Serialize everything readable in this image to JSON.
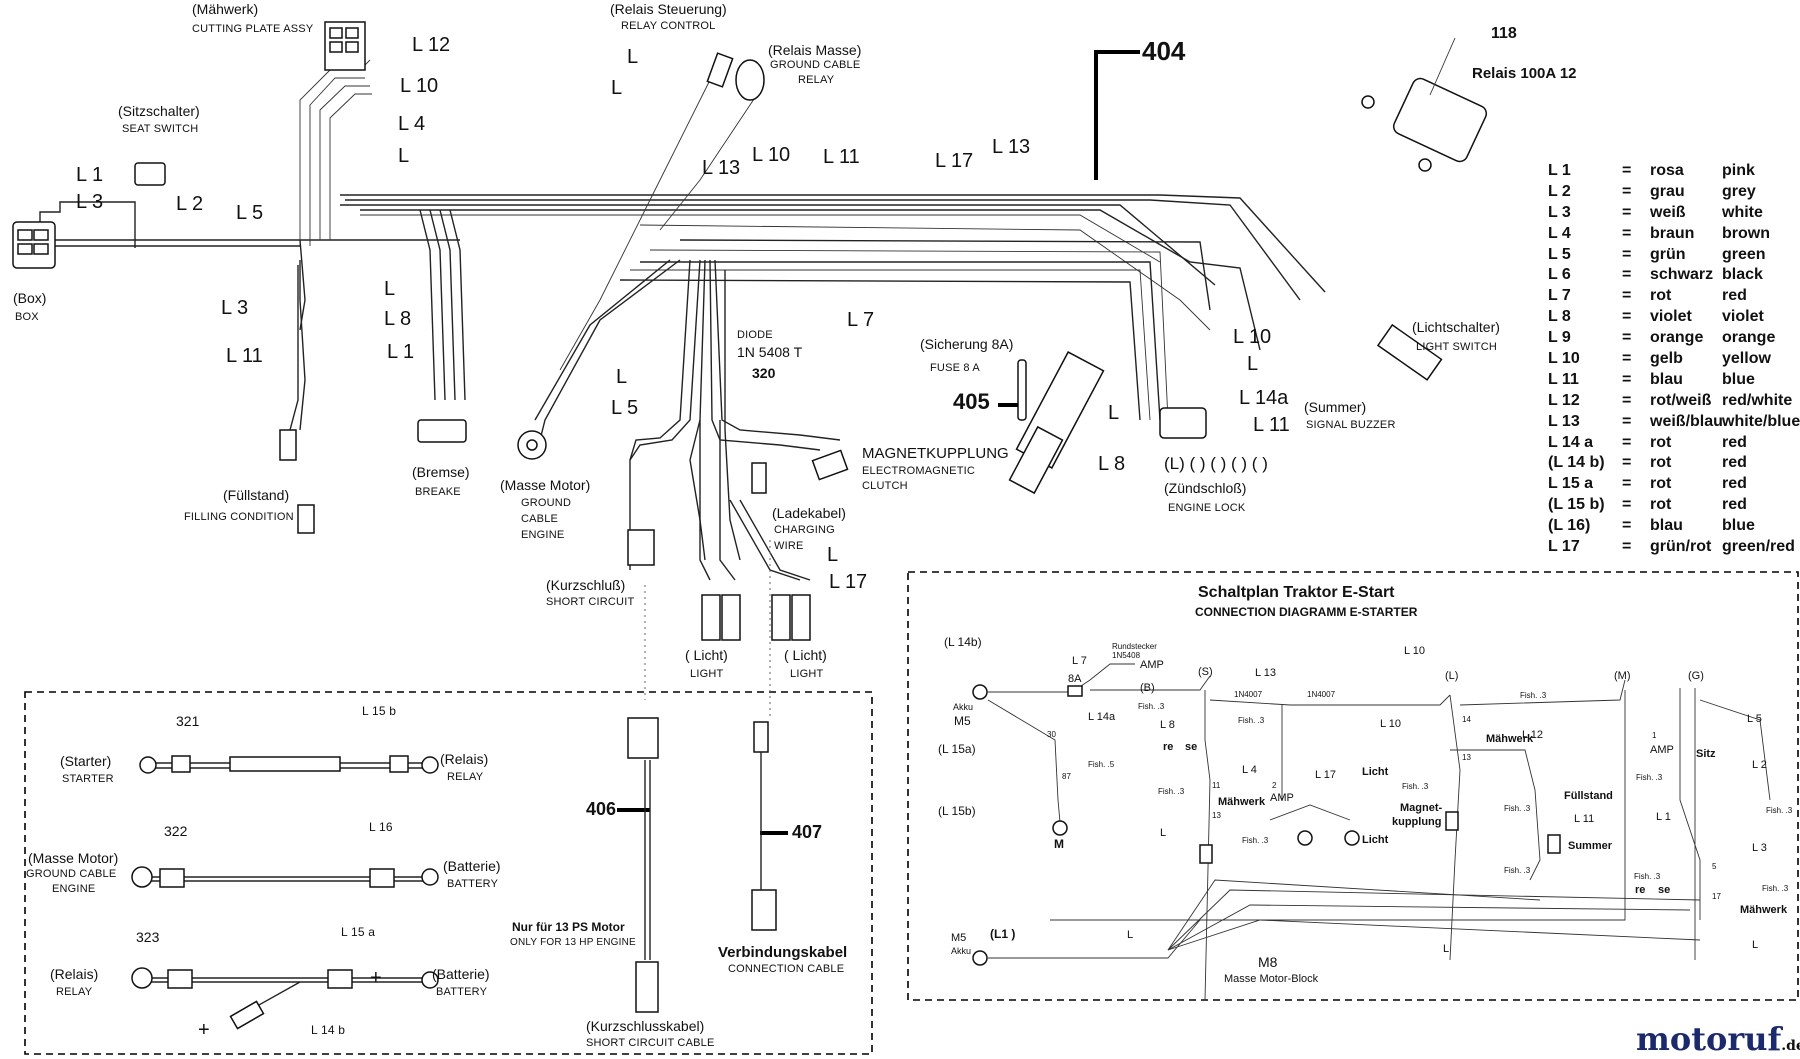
{
  "diagram": {
    "callouts": {
      "n404": "404",
      "n118": "118",
      "n118_text": "Relais 100A 12",
      "n405": "405",
      "n406": "406",
      "n407": "407",
      "n320": "320",
      "n321": "321",
      "n322": "322",
      "n323": "323"
    },
    "components": {
      "cutting_plate_de": "(Mähwerk)",
      "cutting_plate_en": "CUTTING PLATE ASSY",
      "relay_control_de": "(Relais Steuerung)",
      "relay_control_en": "RELAY CONTROL",
      "relay_ground_de": "(Relais Masse)",
      "relay_ground_en1": "GROUND CABLE",
      "relay_ground_en2": "RELAY",
      "seat_switch_de": "(Sitzschalter)",
      "seat_switch_en": "SEAT SWITCH",
      "box_de": "(Box)",
      "box_en": "BOX",
      "filling_de": "(Füllstand)",
      "filling_en": "FILLING CONDITION",
      "brake_de": "(Bremse)",
      "brake_en": "BREAKE",
      "motor_ground_de": "(Masse Motor)",
      "motor_ground_en1": "GROUND",
      "motor_ground_en2": "CABLE",
      "motor_ground_en3": "ENGINE",
      "diode_1": "DIODE",
      "diode_2": "1N 5408 T",
      "fuse_de": "(Sicherung 8A)",
      "fuse_en": "FUSE 8 A",
      "clutch_de": "MAGNETKUPPLUNG",
      "clutch_en1": "ELECTROMAGNETIC",
      "clutch_en2": "CLUTCH",
      "charging_de": "(Ladekabel)",
      "charging_en1": "CHARGING",
      "charging_en2": "WIRE",
      "short_de": "(Kurzschluß)",
      "short_en": "SHORT CIRCUIT",
      "light1_de": "( Licht)",
      "light1_en": "LIGHT",
      "light2_de": "( Licht)",
      "light2_en": "LIGHT",
      "light_switch_de": "(Lichtschalter)",
      "light_switch_en": "LIGHT SWITCH",
      "buzzer_de": "(Summer)",
      "buzzer_en": "SIGNAL BUZZER",
      "lock_pos": "(L) (  ) (  ) (  ) (  )",
      "lock_de": "(Zündschloß)",
      "lock_en": "ENGINE LOCK",
      "starter_de": "(Starter)",
      "starter_en": "STARTER",
      "relais1_de": "(Relais)",
      "relais1_en": "RELAY",
      "masse_motor2_de": "(Masse Motor)",
      "masse_motor2_en1": "GROUND CABLE",
      "masse_motor2_en2": "ENGINE",
      "batt1_de": "(Batterie)",
      "batt1_en": "BATTERY",
      "relais2_de": "(Relais)",
      "relais2_en": "RELAY",
      "batt2_de": "(Batterie)",
      "batt2_en": "BATTERY",
      "only13_de": "Nur für 13 PS Motor",
      "only13_en": "ONLY FOR 13 HP ENGINE",
      "short_cable_de": "(Kurzschlusskabel)",
      "short_cable_en": "SHORT CIRCUIT  CABLE",
      "conn_cable_de": "Verbindungskabel",
      "conn_cable_en": "CONNECTION CABLE"
    },
    "wire_labels": {
      "l12": "L 12",
      "l10a": "L 10",
      "l4": "L 4",
      "l_a": "L",
      "l1a": "L 1",
      "l3a": "L 3",
      "l2a": "L 2",
      "l5a": "L 5",
      "l3b": "L 3",
      "l11a": "L 11",
      "l_b": "L",
      "l8a": "L 8",
      "l1b": "L 1",
      "l_rc1": "L",
      "l_rc2": "L",
      "l13a": "L 13",
      "l10b": "L 10",
      "l11b": "L 11",
      "l17a": "L 17",
      "l13b": "L 13",
      "l7a": "L 7",
      "l_c": "L",
      "l5b": "L 5",
      "l_d": "L",
      "l17b": "L 17",
      "l10c": "L 10",
      "l_e": "L",
      "l14a": "L 14a",
      "l11c": "L 11",
      "l_f": "L",
      "l8b": "L 8",
      "l15b": "L 15 b",
      "l16": "L 16",
      "l15a": "L 15 a",
      "l14b": "L 14 b",
      "plus1": "+",
      "plus2": "+"
    },
    "legend": [
      {
        "code": "L 1",
        "eq": "=",
        "de": "rosa",
        "en": "pink"
      },
      {
        "code": "L 2",
        "eq": "=",
        "de": "grau",
        "en": "grey"
      },
      {
        "code": "L 3",
        "eq": "=",
        "de": "weiß",
        "en": "white"
      },
      {
        "code": "L 4",
        "eq": "=",
        "de": "braun",
        "en": "brown"
      },
      {
        "code": "L 5",
        "eq": "=",
        "de": "grün",
        "en": "green"
      },
      {
        "code": "L 6",
        "eq": "=",
        "de": "schwarz",
        "en": "black"
      },
      {
        "code": "L 7",
        "eq": "=",
        "de": "rot",
        "en": "red"
      },
      {
        "code": "L 8",
        "eq": "=",
        "de": "violet",
        "en": "violet"
      },
      {
        "code": "L 9",
        "eq": "=",
        "de": "orange",
        "en": "orange"
      },
      {
        "code": "L 10",
        "eq": "=",
        "de": "gelb",
        "en": "yellow"
      },
      {
        "code": "L 11",
        "eq": "=",
        "de": "blau",
        "en": "blue"
      },
      {
        "code": "L 12",
        "eq": "=",
        "de": "rot/weiß",
        "en": "red/white"
      },
      {
        "code": "L 13",
        "eq": "=",
        "de": "weiß/blau",
        "en": "white/blue"
      },
      {
        "code": "L 14 a",
        "eq": "=",
        "de": "rot",
        "en": "red"
      },
      {
        "code": "(L 14 b)",
        "eq": "=",
        "de": "rot",
        "en": "red"
      },
      {
        "code": "L 15 a",
        "eq": "=",
        "de": "rot",
        "en": "red"
      },
      {
        "code": "(L 15 b)",
        "eq": "=",
        "de": "rot",
        "en": "red"
      },
      {
        "code": "(L 16)",
        "eq": "=",
        "de": "blau",
        "en": "blue"
      },
      {
        "code": "L 17",
        "eq": "=",
        "de": "grün/rot",
        "en": "green/red"
      }
    ],
    "schematic": {
      "title_de": "Schaltplan Traktor E-Start",
      "title_en": "CONNECTION DIAGRAMM E-STARTER",
      "l14b": "(L 14b)",
      "akku1": "Akku",
      "m5a": "M5",
      "l15a": "(L 15a)",
      "l15b": "(L 15b)",
      "m": "M",
      "l7": "L 7",
      "fuse8a": "8A",
      "rundstecker": "Rundstecker",
      "n1n5408": "1N5408",
      "amp1": "AMP",
      "b": "(B)",
      "l14a": "L 14a",
      "fish3a": "Fish. .3",
      "fish5": "Fish. .5",
      "n30": "30",
      "n87": "87",
      "s": "(S)",
      "l13": "L 13",
      "d1n4007a": "1N4007",
      "d1n4007b": "1N4007",
      "l8": "L 8",
      "fish3b": "Fish. .3",
      "re": "re",
      "se": "se",
      "l4": "L 4",
      "fish3c": "Fish. .3",
      "n11": "11",
      "mahwerk1": "Mähwerk",
      "n13": "13",
      "l_s1": "L",
      "fish3d": "Fish. .3",
      "n2": "2",
      "amp2": "AMP",
      "l17": "L 17",
      "licht1": "Licht",
      "licht2": "Licht",
      "l10a": "L 10",
      "lg": "(L)",
      "fish3e": "Fish. .3",
      "mg": "(M)",
      "l10b": "L 10",
      "n14": "14",
      "mahwerk2": "Mähwerk",
      "l12": "L 12",
      "n13b": "13",
      "fish3f": "Fish. .3",
      "magnet1": "Magnet-",
      "magnet2": "kupplung",
      "fullstand": "Füllstand",
      "fish3g": "Fish. .3",
      "l11": "L 11",
      "summer": "Summer",
      "fish3h": "Fish. .3",
      "g": "(G)",
      "l5": "L 5",
      "n1": "1",
      "amp3": "AMP",
      "sitz": "Sitz",
      "l2": "L 2",
      "fish3i": "Fish. .3",
      "l1": "L 1",
      "fish3j": "Fish. .3",
      "l3": "L 3",
      "fish3k": "Fish. .3",
      "re2": "re",
      "se2": "se",
      "n5": "5",
      "n17": "17",
      "fish3l": "Fish. .3",
      "mahwerk3": "Mähwerk",
      "l_s2": "L",
      "m5b": "M5",
      "akku2": "Akku",
      "l1b": "(L1 )",
      "l_s3": "L",
      "m8": "M8",
      "masse_block": "Masse Motor-Block",
      "l_s4": "L"
    },
    "brand": {
      "text": "motoruf",
      "domain": ".de"
    }
  }
}
